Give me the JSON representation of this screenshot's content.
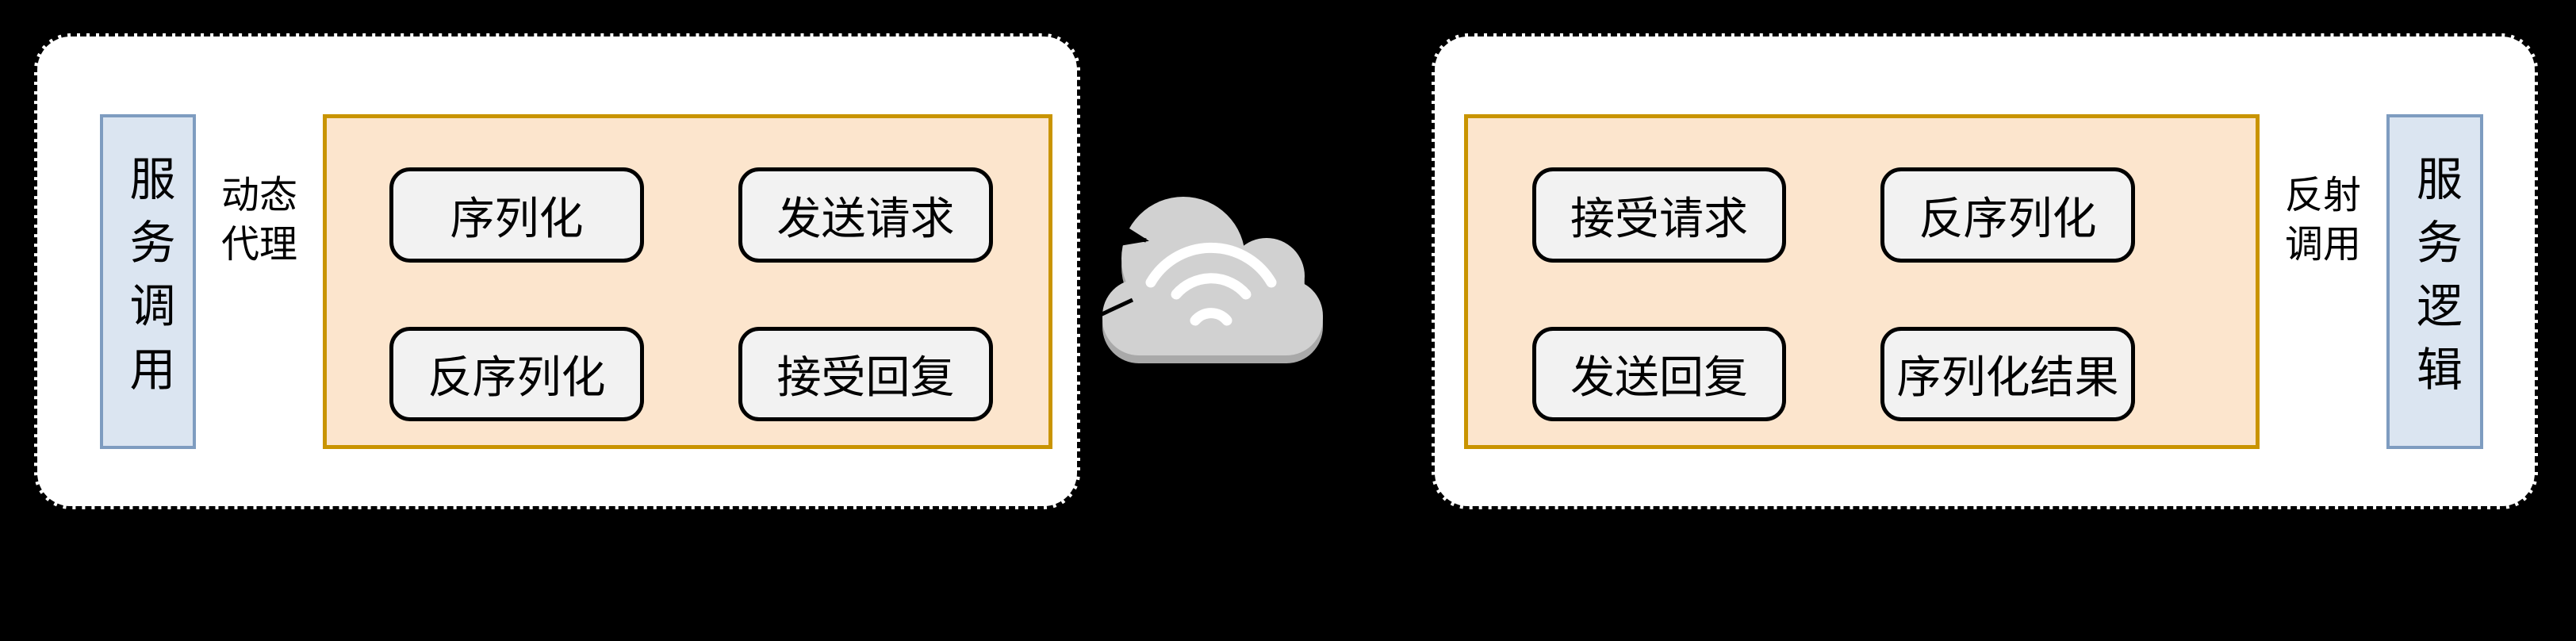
{
  "client": {
    "role": "服务调用",
    "hop_label": [
      "动态",
      "代理"
    ],
    "steps": {
      "serialize": "序列化",
      "send_request": "发送请求",
      "deserialize": "反序列化",
      "receive_reply": "接受回复"
    }
  },
  "server": {
    "role": "服务逻辑",
    "hop_label": [
      "反射",
      "调用"
    ],
    "steps": {
      "receive_request": "接受请求",
      "deserialize": "反序列化",
      "send_reply": "发送回复",
      "serialize_result": "序列化结果"
    }
  },
  "network": {
    "icon": "cloud-wifi-icon"
  },
  "colors": {
    "bg": "#000000",
    "host-fill": "#ffffff",
    "host-border": "#000000",
    "panel-fill": "#fce5cd",
    "panel-border": "#c99400",
    "role-fill": "#dbe5f1",
    "role-border": "#7e9cc0",
    "step-fill": "#f2f2f2",
    "step-border": "#000000",
    "cloud": "#d1d1d1",
    "cloud-shadow": "#a9a9a9",
    "wifi": "#ffffff",
    "arrow": "#000000",
    "text": "#000000"
  }
}
